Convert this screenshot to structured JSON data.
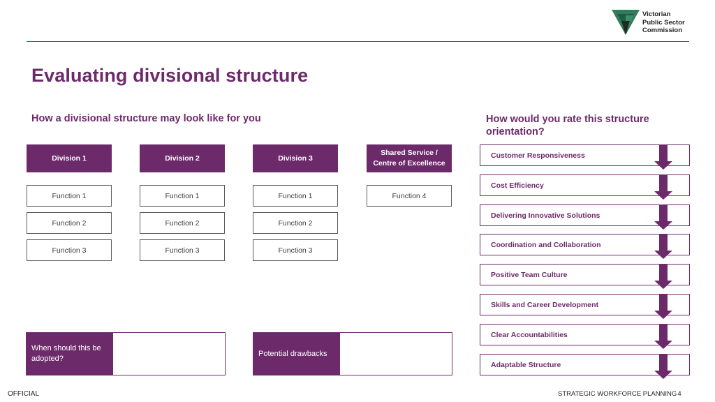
{
  "logo": {
    "text": "Victorian\nPublic Sector\nCommission"
  },
  "title": "Evaluating divisional structure",
  "left_heading": "How a divisional structure may look like for you",
  "right_heading": "How would you rate this structure orientation?",
  "divisions": [
    {
      "label": "Division 1",
      "functions": [
        "Function 1",
        "Function 2",
        "Function 3"
      ]
    },
    {
      "label": "Division 2",
      "functions": [
        "Function 1",
        "Function 2",
        "Function 3"
      ]
    },
    {
      "label": "Division 3",
      "functions": [
        "Function 1",
        "Function 2",
        "Function 3"
      ]
    },
    {
      "label": "Shared Service / Centre of Excellence",
      "functions": [
        "Function 4"
      ]
    }
  ],
  "questions": {
    "adopted": {
      "label": "When should this be adopted?",
      "value": ""
    },
    "drawbacks": {
      "label": "Potential drawbacks",
      "value": ""
    }
  },
  "ratings": [
    "Customer Responsiveness",
    "Cost Efficiency",
    "Delivering Innovative Solutions",
    "Coordination and Collaboration",
    "Positive Team Culture",
    "Skills and Career Development",
    "Clear Accountabilities",
    "Adaptable Structure"
  ],
  "footer": {
    "classification": "OFFICIAL",
    "section": "STRATEGIC WORKFORCE PLANNING",
    "page": "4"
  },
  "colors": {
    "accent": "#6d2a6b",
    "rule": "#2e6b54"
  }
}
